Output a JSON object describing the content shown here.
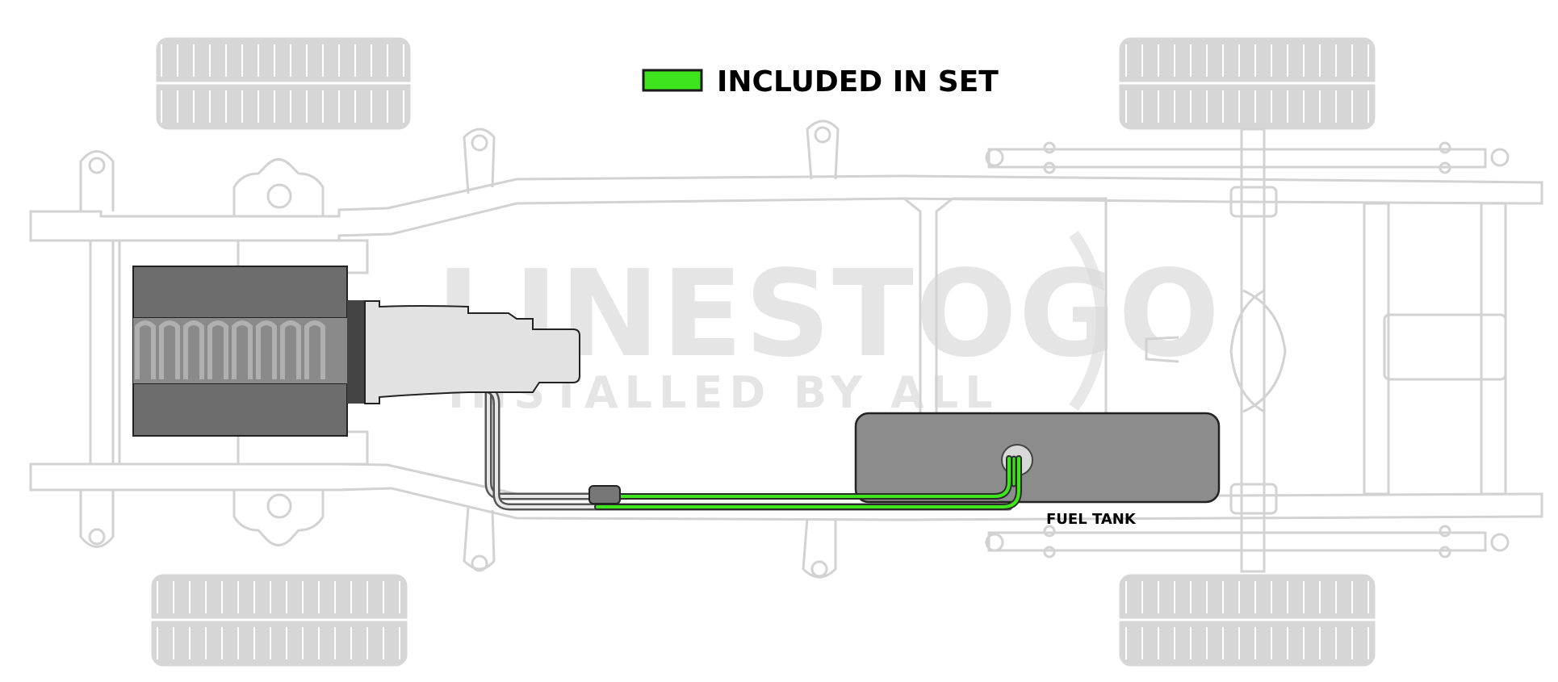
{
  "legend": {
    "label": "INCLUDED IN SET",
    "swatch_color": "#3ee51c"
  },
  "watermark": {
    "brand": "LINESTOGO",
    "tagline": "INSTALLED BY ALL"
  },
  "labels": {
    "fuel_tank": "FUEL TANK"
  },
  "colors": {
    "frame_outline": "#d2d2d2",
    "tire": "#d6d6d6",
    "engine": "#6d6d6d",
    "transmission": "#e2e2e2",
    "fuel_tank": "#8c8c8c",
    "included_line": "#3ee51c",
    "existing_line": "#6d6d6d"
  },
  "icons": [
    "tire-icon",
    "engine-icon",
    "transmission-icon",
    "fuel-filter-icon",
    "fuel-tank-icon"
  ]
}
